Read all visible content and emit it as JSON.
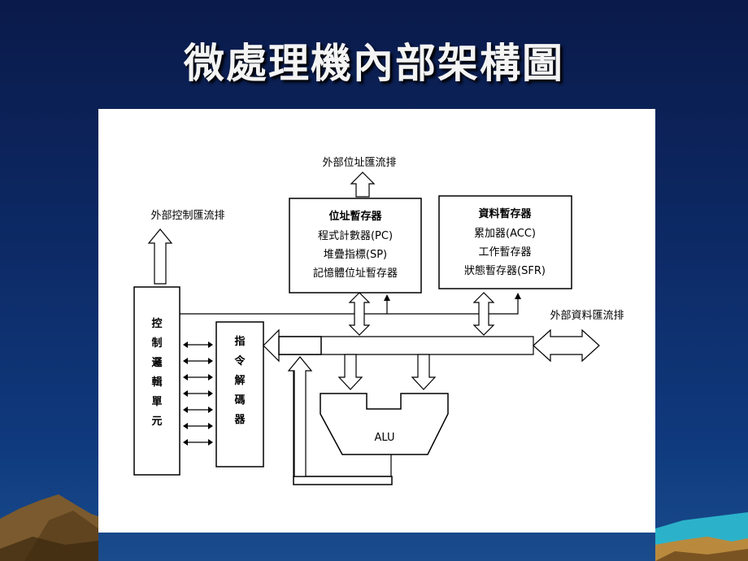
{
  "slide": {
    "title": "微處理機內部架構圖"
  },
  "diagram": {
    "external_address_bus": "外部位址匯流排",
    "external_control_bus": "外部控制匯流排",
    "external_data_bus": "外部資料匯流排",
    "address_registers": {
      "title": "位址暫存器",
      "items": [
        "程式計數器(PC)",
        "堆疊指標(SP)",
        "記憶體位址暫存器"
      ]
    },
    "data_registers": {
      "title": "資料暫存器",
      "items": [
        "累加器(ACC)",
        "工作暫存器",
        "狀態暫存器(SFR)"
      ]
    },
    "control_unit": [
      "控",
      "制",
      "邏",
      "輯",
      "單",
      "元"
    ],
    "decoder": [
      "指",
      "令",
      "解",
      "碼",
      "器"
    ],
    "alu": "ALU"
  },
  "colors": {
    "background": "#0d2a66",
    "title": "#f4f4f4",
    "panel": "#ffffff"
  }
}
